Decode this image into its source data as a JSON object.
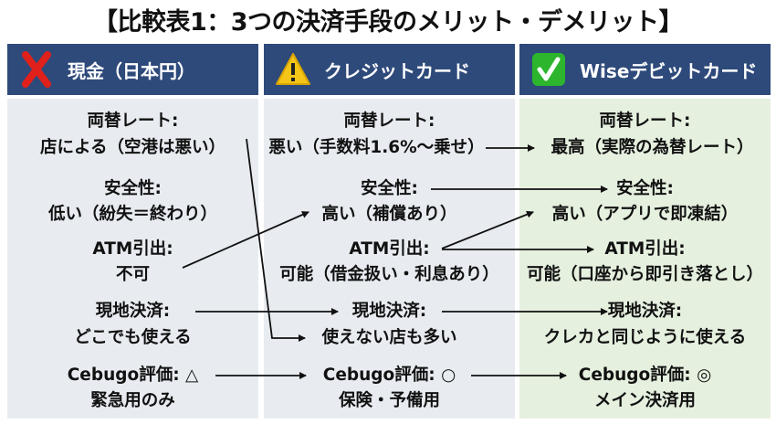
{
  "title": "【比較表1：3つの決済手段のメリット・デメリット】",
  "columns": [
    {
      "header": "現金（日本円）",
      "icon": "red-x-icon",
      "lines": [
        "両替レート:",
        "店による（空港は悪い）",
        "安全性:",
        "低い（紛失＝終わり）",
        "ATM引出:",
        "不可",
        "現地決済:",
        "どこでも使える",
        "Cebugo評価: △",
        "緊急用のみ"
      ]
    },
    {
      "header": "クレジットカード",
      "icon": "warning-icon",
      "lines": [
        "両替レート:",
        "悪い（手数料1.6%〜乗せ）",
        "安全性:",
        "高い（補償あり）",
        "ATM引出:",
        "可能（借金扱い・利息あり）",
        "現地決済:",
        "使えない店も多い",
        "Cebugo評価: ○",
        "保険・予備用"
      ]
    },
    {
      "header": "Wiseデビットカード",
      "icon": "green-check-icon",
      "lines": [
        "両替レート:",
        "最高（実際の為替レート）",
        "安全性:",
        "高い（アプリで即凍結）",
        "ATM引出:",
        "可能（口座から即引き落とし）",
        "現地決済:",
        "クレカと同じように使える",
        "Cebugo評価: ◎",
        "メイン決済用"
      ]
    }
  ],
  "colors": {
    "header": "#2e4a7b",
    "col_gray": "#e8ecf1",
    "col_green": "#e5f0df"
  }
}
